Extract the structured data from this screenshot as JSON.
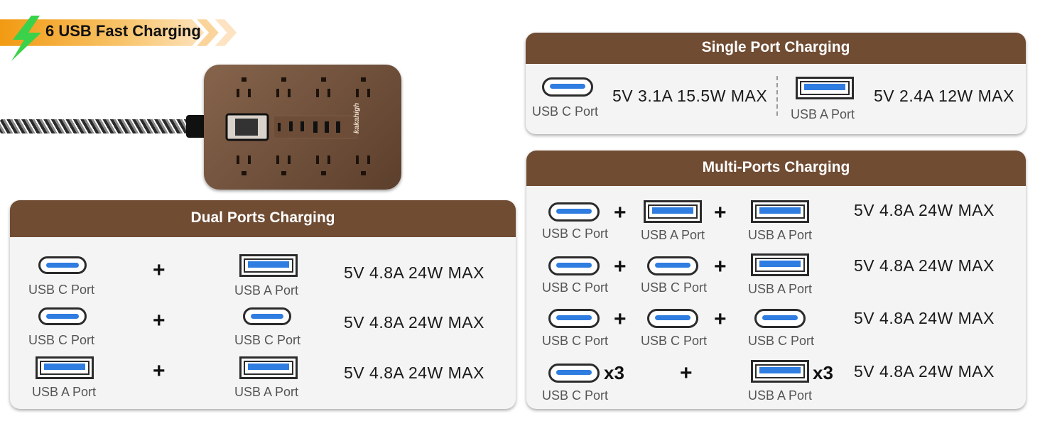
{
  "banner": {
    "title": "6 USB Fast Charging"
  },
  "product": {
    "brand_text": "kakahigh"
  },
  "dual": {
    "title": "Dual Ports Charging",
    "rows": [
      {
        "left_label": "USB C Port",
        "right_label": "USB A Port",
        "spec": "5V 4.8A 24W MAX"
      },
      {
        "left_label": "USB C Port",
        "right_label": "USB C Port",
        "spec": "5V 4.8A 24W MAX"
      },
      {
        "left_label": "USB A Port",
        "right_label": "USB A Port",
        "spec": "5V 4.8A 24W MAX"
      }
    ],
    "plus": "+"
  },
  "single": {
    "title": "Single Port Charging",
    "c_label": "USB C Port",
    "c_spec": "5V 3.1A 15.5W MAX",
    "a_label": "USB A Port",
    "a_spec": "5V 2.4A 12W MAX"
  },
  "multi": {
    "title": "Multi-Ports Charging",
    "rows": [
      {
        "labels": [
          "USB C Port",
          "USB A Port",
          "USB A Port"
        ],
        "spec": "5V 4.8A 24W MAX"
      },
      {
        "labels": [
          "USB C Port",
          "USB C Port",
          "USB A Port"
        ],
        "spec": "5V 4.8A 24W MAX"
      },
      {
        "labels": [
          "USB C Port",
          "USB C Port",
          "USB C Port"
        ],
        "spec": "5V 4.8A 24W MAX"
      },
      {
        "labels": [
          "USB C Port",
          "USB A Port"
        ],
        "spec": "5V 4.8A 24W MAX"
      }
    ],
    "multiplier": "x3",
    "plus": "+"
  },
  "colors": {
    "header_brown": "#704c33",
    "port_blue": "#2f7de0",
    "banner_orange": "#f5a11c",
    "bolt_green": "#39d24a"
  }
}
